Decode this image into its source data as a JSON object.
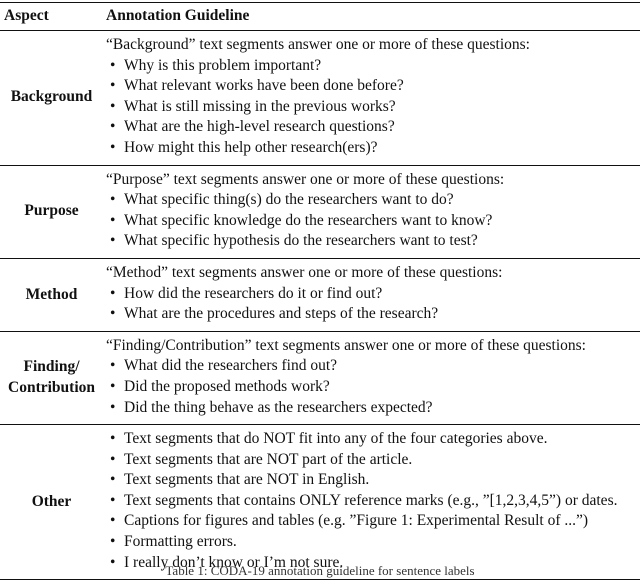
{
  "table": {
    "headers": {
      "aspect": "Aspect",
      "guideline": "Annotation Guideline"
    },
    "rows": [
      {
        "aspect": "Background",
        "intro": "“Background” text segments answer one or more of these questions:",
        "items": [
          "Why is this problem important?",
          "What relevant works have been done before?",
          "What is still missing in the previous works?",
          "What are the high-level research questions?",
          "How might this help other research(ers)?"
        ]
      },
      {
        "aspect": "Purpose",
        "intro": "“Purpose” text segments answer one or more of these questions:",
        "items": [
          "What specific thing(s) do the researchers want to do?",
          "What specific knowledge do the researchers want to know?",
          "What specific hypothesis do the researchers want to test?"
        ]
      },
      {
        "aspect": "Method",
        "intro": "“Method” text segments answer one or more of these questions:",
        "items": [
          "How did the researchers do it or find out?",
          "What are the procedures and steps of the research?"
        ]
      },
      {
        "aspect_lines": [
          "Finding/",
          "Contribution"
        ],
        "intro": "“Finding/Contribution” text segments answer one or more of these questions:",
        "items": [
          "What did the researchers find out?",
          "Did the proposed methods work?",
          "Did the thing behave as the researchers expected?"
        ]
      },
      {
        "aspect": "Other",
        "items": [
          "Text segments that do NOT fit into any of the four categories above.",
          "Text segments that are NOT part of the article.",
          "Text segments that are NOT in English.",
          "Text segments that contains ONLY reference marks (e.g., ”[1,2,3,4,5”) or dates.",
          "Captions for figures and tables (e.g. ”Figure 1: Experimental Result of ...”)",
          "Formatting errors.",
          "I really don’t know or I’m not sure."
        ]
      }
    ],
    "bullet": "•"
  },
  "caption": "Table 1: CODA-19 annotation guideline for sentence labels"
}
